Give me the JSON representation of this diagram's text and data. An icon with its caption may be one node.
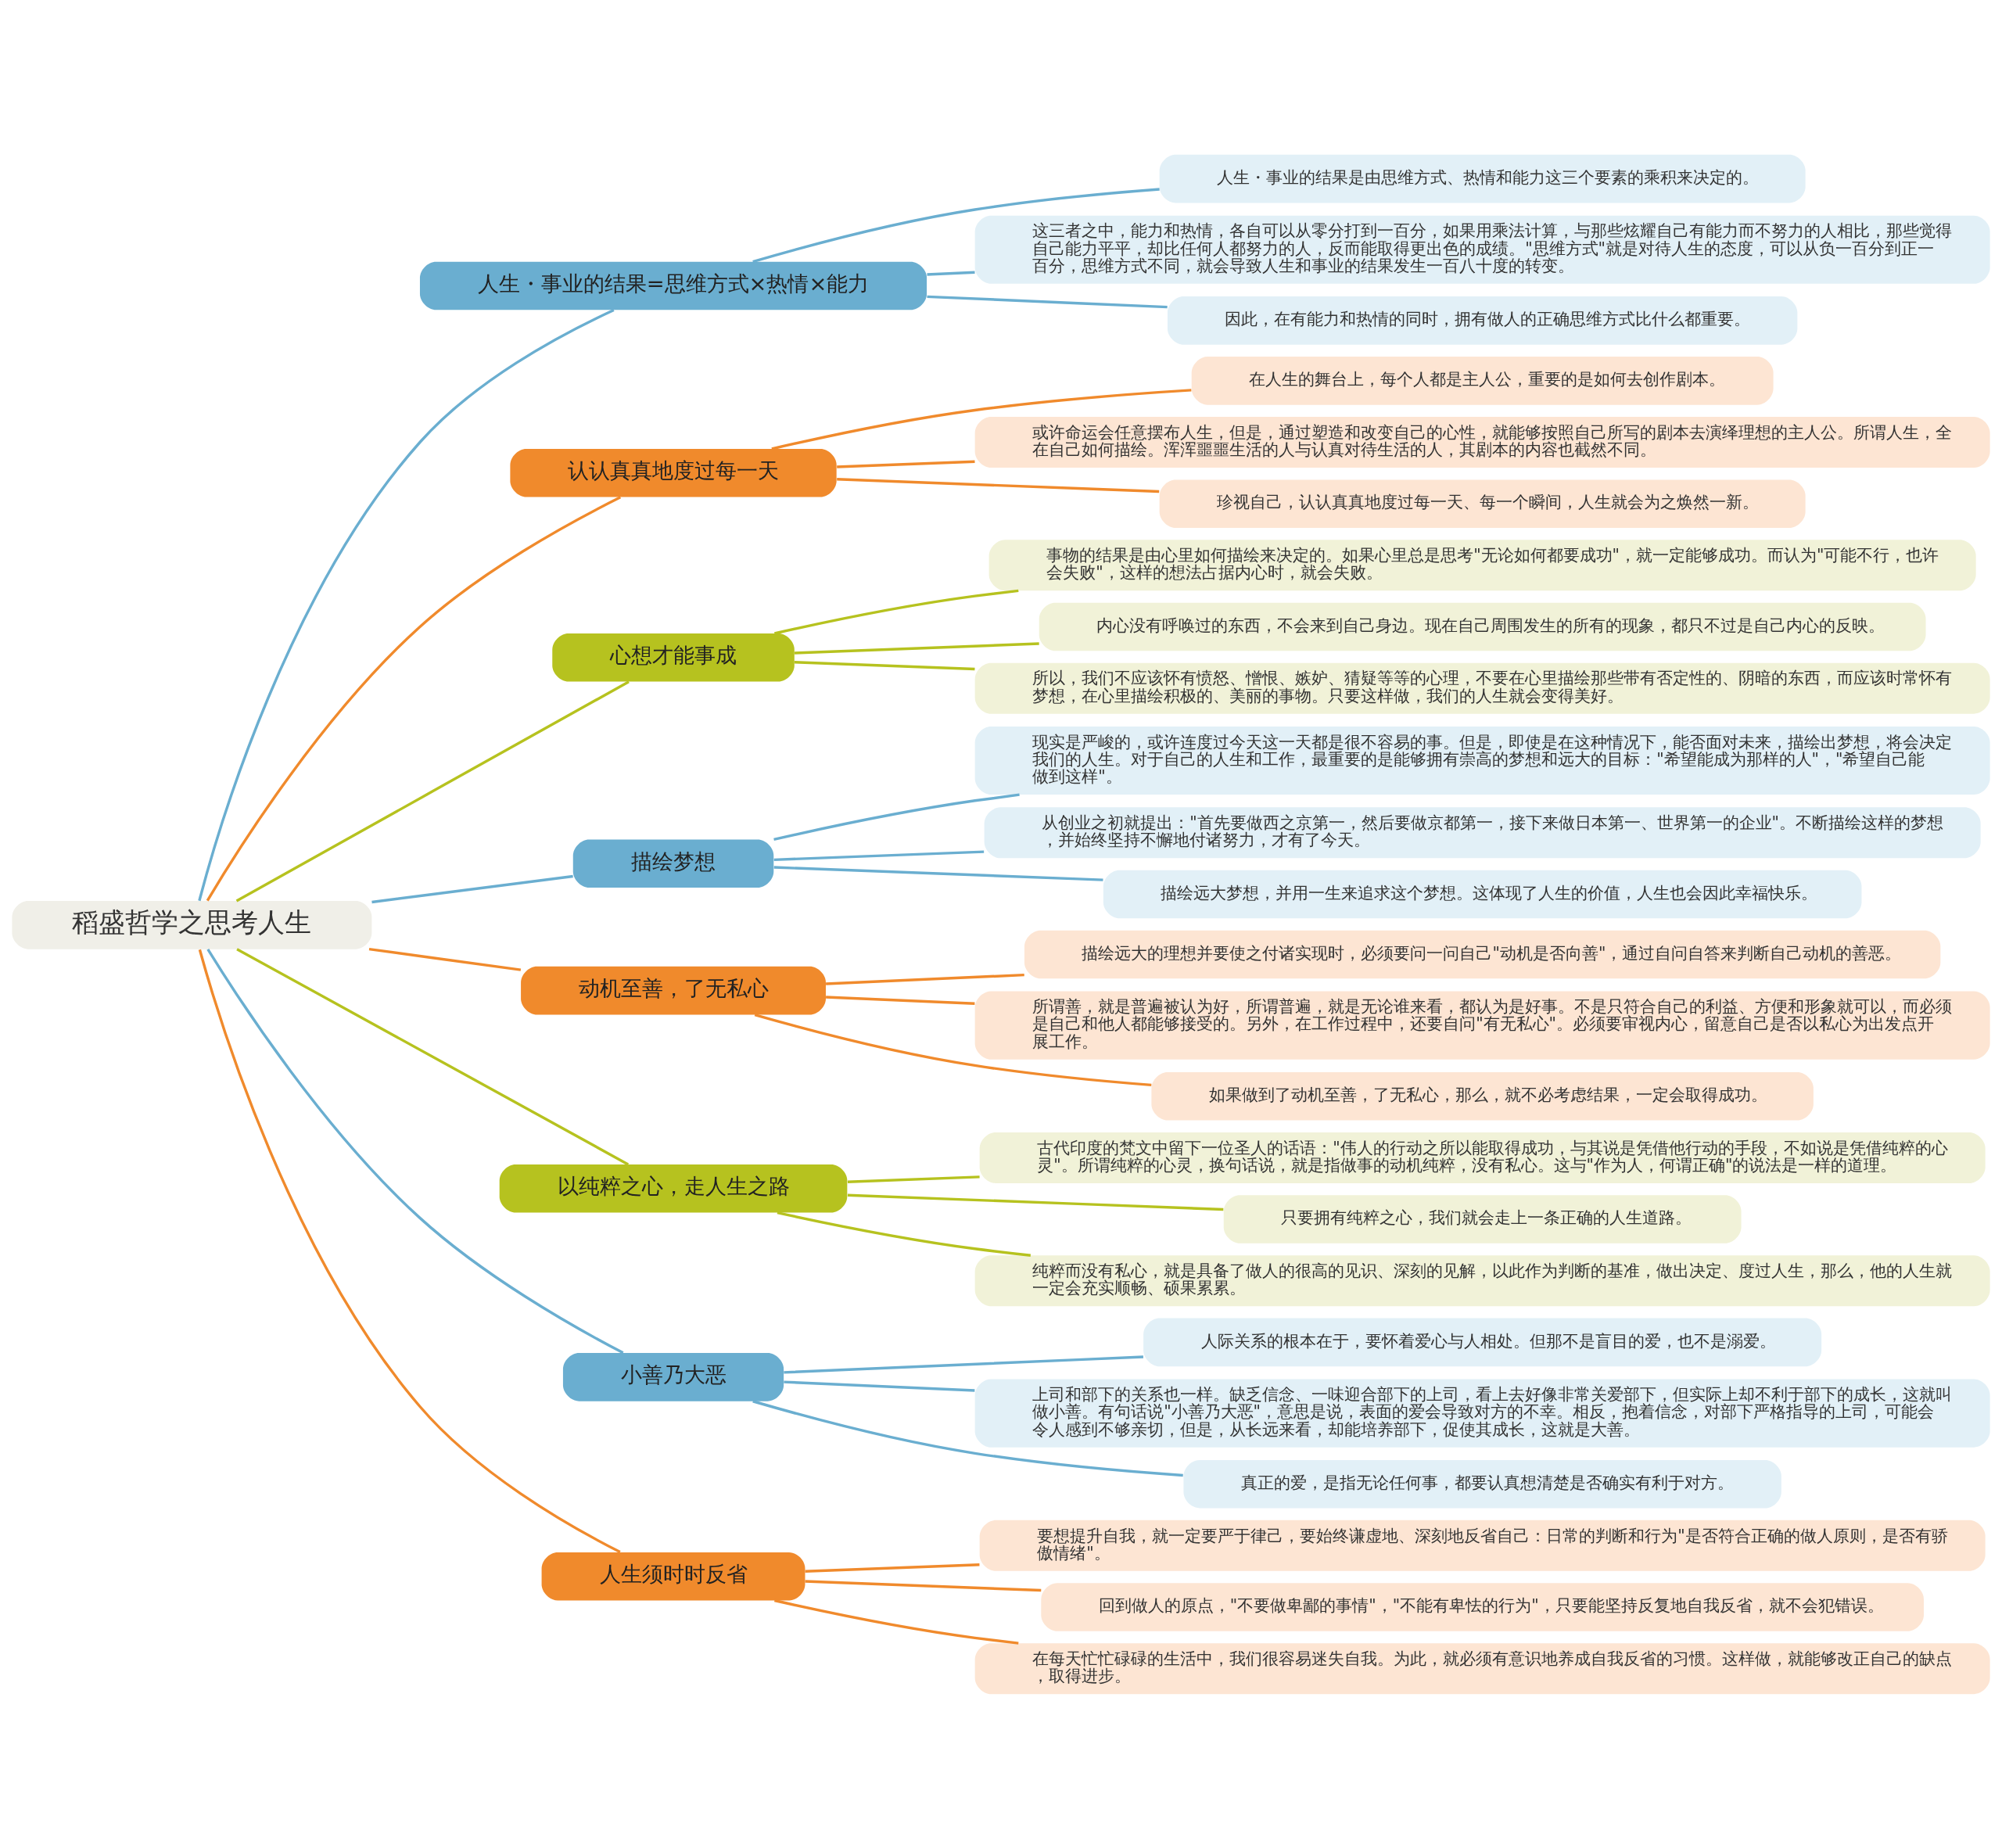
{
  "diagram": {
    "nodes": [
      {
        "text": [
          "稻盛哲学之思考人生"
        ]
      },
      {
        "text": [
          "人生・事业的结果=思维方式×热情×能力"
        ]
      },
      {
        "text": [
          "人生・事业的结果是由思维方式、热情和能力这三个要素的乘积来决定的。"
        ]
      },
      {
        "text": [
          "这三者之中，能力和热情，各自可以从零分打到一百分，如果用乘法计算，与那些炫耀自己有能力而不努力的人相比，那些觉得自己能力平平，却比任何人都努力的人，反而能取得更出色的成绩。\"思维方式\"就是对待人生的态度，可以从负一百分到正一百分，思维方式不同，就会导致人生和事业的结果发生一百八十度的转变。"
        ]
      },
      {
        "text": [
          "因此，在有能力和热情的同时，拥有做人的正确思维方式比什么都重要。"
        ]
      },
      {
        "text": [
          "认认真真地度过每一天"
        ]
      },
      {
        "text": [
          "在人生的舞台上，每个人都是主人公，重要的是如何去创作剧本。"
        ]
      },
      {
        "text": [
          "或许命运会任意摆布人生，但是，通过塑造和改变自己的心性，就能够按照自己所写的剧本去演绎理想的主人公。所谓人生，全在自己如何描绘。浑浑噩噩生活的人与认真对待生活的人，其剧本的内容也截然不同。"
        ]
      },
      {
        "text": [
          "珍视自己，认认真真地度过每一天、每一个瞬间，人生就会为之焕然一新。"
        ]
      },
      {
        "text": [
          "心想才能事成"
        ]
      },
      {
        "text": [
          "事物的结果是由心里如何描绘来决定的。如果心里总是思考\"无论如何都要成功\"，就一定能够成功。而认为\"可能不行，也许会失败\"，这样的想法占据内心时，就会失败。"
        ]
      },
      {
        "text": [
          "内心没有呼唤过的东西，不会来到自己身边。现在自己周围发生的所有的现象，都只不过是自己内心的反映。"
        ]
      },
      {
        "text": [
          "所以，我们不应该怀有愤怒、憎恨、嫉妒、猜疑等等的心理，不要在心里描绘那些带有否定性的、阴暗的东西，而应该时常怀有梦想，在心里描绘积极的、美丽的事物。只要这样做，我们的人生就会变得美好。"
        ]
      },
      {
        "text": [
          "描绘梦想"
        ]
      },
      {
        "text": [
          "现实是严峻的，或许连度过今天这一天都是很不容易的事。但是，即使是在这种情况下，能否面对未来，描绘出梦想，将会决定我们的人生。对于自己的人生和工作，最重要的是能够拥有崇高的梦想和远大的目标：\"希望能成为那样的人\"，\"希望自己能做到这样\"。"
        ]
      },
      {
        "text": [
          "从创业之初就提出：\"首先要做西之京第一，然后要做京都第一，接下来做日本第一、世界第一的企业\"。不断描绘这样的梦想，并始终坚持不懈地付诸努力，才有了今天。"
        ]
      },
      {
        "text": [
          "描绘远大梦想，并用一生来追求这个梦想。这体现了人生的价值，人生也会因此幸福快乐。"
        ]
      },
      {
        "text": [
          "动机至善，了无私心"
        ]
      },
      {
        "text": [
          "描绘远大的理想并要使之付诸实现时，必须要问一问自己\"动机是否向善\"，通过自问自答来判断自己动机的善恶。"
        ]
      },
      {
        "text": [
          "所谓善，就是普遍被认为好，所谓普遍，就是无论谁来看，都认为是好事。不是只符合自己的利益、方便和形象就可以，而必须是自己和他人都能够接受的。另外，在工作过程中，还要自问\"有无私心\"。必须要审视内心，留意自己是否以私心为出发点开展工作。"
        ]
      },
      {
        "text": [
          "如果做到了动机至善，了无私心，那么，就不必考虑结果，一定会取得成功。"
        ]
      },
      {
        "text": [
          "以纯粹之心，走人生之路"
        ]
      },
      {
        "text": [
          "古代印度的梵文中留下一位圣人的话语：\"伟人的行动之所以能取得成功，与其说是凭借他行动的手段，不如说是凭借纯粹的心灵\"。所谓纯粹的心灵，换句话说，就是指做事的动机纯粹，没有私心。这与\"作为人，何谓正确\"的说法是一样的道理。"
        ]
      },
      {
        "text": [
          "只要拥有纯粹之心，我们就会走上一条正确的人生道路。"
        ]
      },
      {
        "text": [
          "纯粹而没有私心，就是具备了做人的很高的见识、深刻的见解，以此作为判断的基准，做出决定、度过人生，那么，他的人生就一定会充实顺畅、硕果累累。"
        ]
      },
      {
        "text": [
          "小善乃大恶"
        ]
      },
      {
        "text": [
          "人际关系的根本在于，要怀着爱心与人相处。但那不是盲目的爱，也不是溺爱。"
        ]
      },
      {
        "text": [
          "上司和部下的关系也一样。缺乏信念、一味迎合部下的上司，看上去好像非常关爱部下，但实际上却不利于部下的成长，这就叫做小善。有句话说\"小善乃大恶\"，意思是说，表面的爱会导致对方的不幸。相反，抱着信念，对部下严格指导的上司，可能会令人感到不够亲切，但是，从长远来看，却能培养部下，促使其成长，这就是大善。"
        ]
      },
      {
        "text": [
          "真正的爱，是指无论任何事，都要认真想清楚是否确实有利于对方。"
        ]
      },
      {
        "text": [
          "人生须时时反省"
        ]
      },
      {
        "text": [
          "要想提升自我，就一定要严于律己，要始终谦虚地、深刻地反省自己：日常的判断和行为\"是否符合正确的做人原则，是否有骄傲情绪\"。"
        ]
      },
      {
        "text": [
          "回到做人的原点，\"不要做卑鄙的事情\"，\"不能有卑怯的行为\"，只要能坚持反复地自我反省，就不会犯错误。"
        ]
      },
      {
        "text": [
          "在每天忙忙碌碌的生活中，我们很容易迷失自我。为此，就必须有意识地养成自我反省的习惯。这样做，就能够改正自己的缺点，取得进步。"
        ]
      }
    ],
    "edges": [
      {
        "from": 0,
        "to": 1,
        "arrow": "none",
        "color": "#6aaed0"
      },
      {
        "from": 1,
        "to": 2,
        "arrow": "none",
        "color": "#6aaed0"
      },
      {
        "from": 1,
        "to": 3,
        "arrow": "none",
        "color": "#6aaed0"
      },
      {
        "from": 1,
        "to": 4,
        "arrow": "none",
        "color": "#6aaed0"
      },
      {
        "from": 0,
        "to": 5,
        "arrow": "none",
        "color": "#f08a2c"
      },
      {
        "from": 5,
        "to": 6,
        "arrow": "none",
        "color": "#f08a2c"
      },
      {
        "from": 5,
        "to": 7,
        "arrow": "none",
        "color": "#f08a2c"
      },
      {
        "from": 5,
        "to": 8,
        "arrow": "none",
        "color": "#f08a2c"
      },
      {
        "from": 0,
        "to": 9,
        "arrow": "none",
        "color": "#b6c21f"
      },
      {
        "from": 9,
        "to": 10,
        "arrow": "none",
        "color": "#b6c21f"
      },
      {
        "from": 9,
        "to": 11,
        "arrow": "none",
        "color": "#b6c21f"
      },
      {
        "from": 9,
        "to": 12,
        "arrow": "none",
        "color": "#b6c21f"
      },
      {
        "from": 0,
        "to": 13,
        "arrow": "none",
        "color": "#6aaed0"
      },
      {
        "from": 13,
        "to": 14,
        "arrow": "none",
        "color": "#6aaed0"
      },
      {
        "from": 13,
        "to": 15,
        "arrow": "none",
        "color": "#6aaed0"
      },
      {
        "from": 13,
        "to": 16,
        "arrow": "none",
        "color": "#6aaed0"
      },
      {
        "from": 0,
        "to": 17,
        "arrow": "none",
        "color": "#f08a2c"
      },
      {
        "from": 17,
        "to": 18,
        "arrow": "none",
        "color": "#f08a2c"
      },
      {
        "from": 17,
        "to": 19,
        "arrow": "none",
        "color": "#f08a2c"
      },
      {
        "from": 17,
        "to": 20,
        "arrow": "none",
        "color": "#f08a2c"
      },
      {
        "from": 0,
        "to": 21,
        "arrow": "none",
        "color": "#b6c21f"
      },
      {
        "from": 21,
        "to": 22,
        "arrow": "none",
        "color": "#b6c21f"
      },
      {
        "from": 21,
        "to": 23,
        "arrow": "none",
        "color": "#b6c21f"
      },
      {
        "from": 21,
        "to": 24,
        "arrow": "none",
        "color": "#b6c21f"
      },
      {
        "from": 0,
        "to": 25,
        "arrow": "none",
        "color": "#6aaed0"
      },
      {
        "from": 25,
        "to": 26,
        "arrow": "none",
        "color": "#6aaed0"
      },
      {
        "from": 25,
        "to": 27,
        "arrow": "none",
        "color": "#6aaed0"
      },
      {
        "from": 25,
        "to": 28,
        "arrow": "none",
        "color": "#6aaed0"
      },
      {
        "from": 0,
        "to": 29,
        "arrow": "none",
        "color": "#f08a2c"
      },
      {
        "from": 29,
        "to": 30,
        "arrow": "none",
        "color": "#f08a2c"
      },
      {
        "from": 29,
        "to": 31,
        "arrow": "none",
        "color": "#f08a2c"
      },
      {
        "from": 29,
        "to": 32,
        "arrow": "none",
        "color": "#f08a2c"
      }
    ]
  }
}
